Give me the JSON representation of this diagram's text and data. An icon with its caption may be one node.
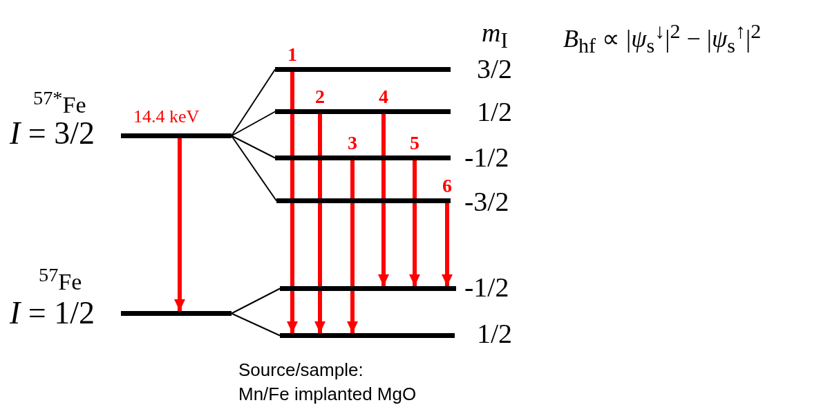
{
  "diagram": {
    "nodes": [
      {
        "text": [],
        "shape": "bar",
        "beside": [
          "$^{57*}$Fe",
          "*I* = 3/2"
        ]
      },
      {
        "text": [],
        "shape": "bar",
        "beside": [
          "$^{57}$Fe",
          "*I* = 1/2"
        ]
      },
      {
        "text": [],
        "shape": "bar",
        "beside": [
          "3/2"
        ]
      },
      {
        "text": [],
        "shape": "bar",
        "beside": [
          "1/2"
        ]
      },
      {
        "text": [],
        "shape": "bar",
        "beside": [
          "-1/2"
        ]
      },
      {
        "text": [],
        "shape": "bar",
        "beside": [
          "-3/2"
        ]
      },
      {
        "text": [],
        "shape": "bar",
        "beside": [
          "-1/2"
        ]
      },
      {
        "text": [],
        "shape": "bar",
        "beside": [
          "1/2"
        ]
      }
    ],
    "edges": [
      {
        "from": 0,
        "to": 1,
        "arrow": "to",
        "label": "14.4 keV"
      },
      {
        "from": 0,
        "to": 2,
        "arrow": "none",
        "color": "#000000"
      },
      {
        "from": 0,
        "to": 3,
        "arrow": "none",
        "color": "#000000"
      },
      {
        "from": 0,
        "to": 4,
        "arrow": "none",
        "color": "#000000"
      },
      {
        "from": 0,
        "to": 5,
        "arrow": "none",
        "color": "#000000"
      },
      {
        "from": 1,
        "to": 6,
        "arrow": "none",
        "color": "#000000"
      },
      {
        "from": 1,
        "to": 7,
        "arrow": "none",
        "color": "#000000"
      },
      {
        "from": 2,
        "to": 7,
        "arrow": "to",
        "label": "1"
      },
      {
        "from": 3,
        "to": 7,
        "arrow": "to",
        "label": "2"
      },
      {
        "from": 4,
        "to": 7,
        "arrow": "to",
        "label": "3"
      },
      {
        "from": 3,
        "to": 6,
        "arrow": "to",
        "label": "4"
      },
      {
        "from": 4,
        "to": 6,
        "arrow": "to",
        "label": "5"
      },
      {
        "from": 5,
        "to": 6,
        "arrow": "to",
        "label": "6"
      }
    ],
    "labels": [
      "*m*$_{I}$",
      "*B*$_{hf}$ ∝ |*ψ*$_{s}$$^{↓}$|$^{2}$ − |*ψ*$_{s}$$^{↑}$|$^{2}$",
      "Source/sample: Mn/Fe implanted MgO"
    ]
  }
}
